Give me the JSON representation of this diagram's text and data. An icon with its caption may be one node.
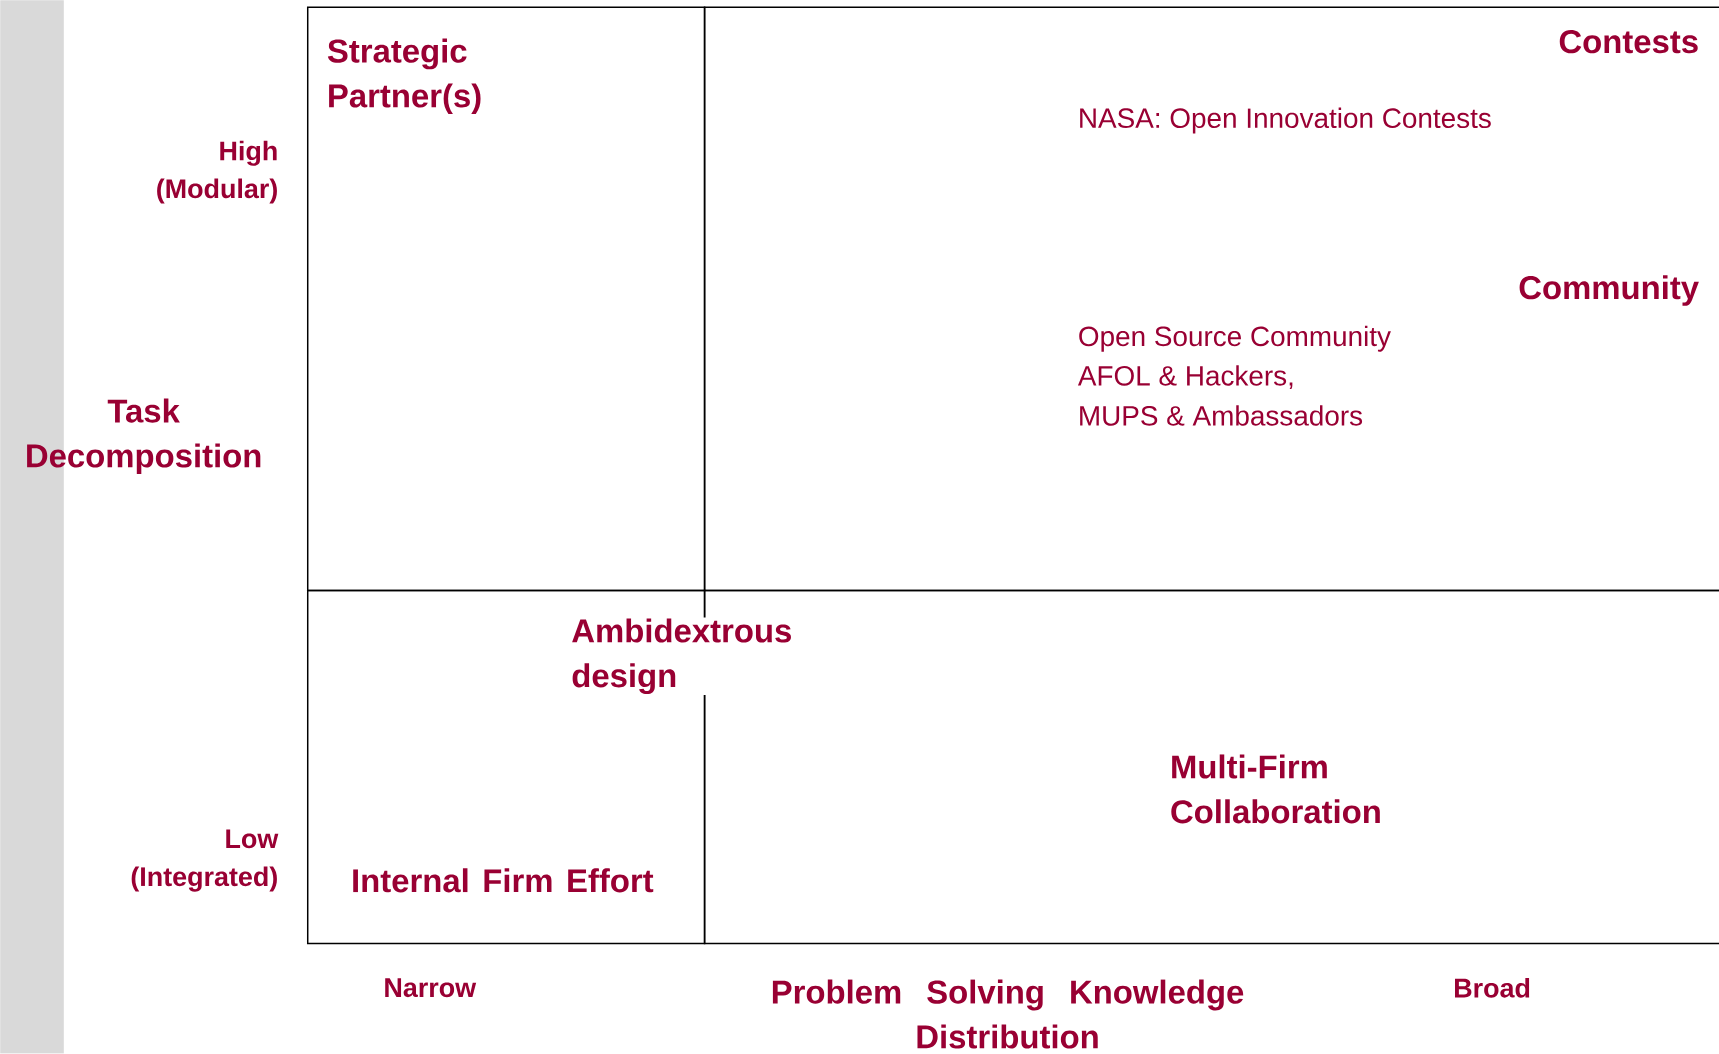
{
  "diagram": {
    "nodes": [
      {
        "text": [
          "Strategic Partner(s)"
        ]
      },
      {
        "text": [
          "Contests",
          "NASA: Open Innovation Contests",
          "Community",
          "Open Source Community",
          "AFOL & Hackers,",
          "MUPS & Ambassadors"
        ]
      },
      {
        "text": [
          "Internal Firm Effort"
        ]
      },
      {
        "text": [
          "Multi-Firm Collaboration"
        ]
      },
      {
        "text": [],
        "shape": "bar"
      }
    ],
    "labels": [
      "High (Modular)",
      "Task Decomposition",
      "Low (Integrated)",
      "Ambidextrous design",
      "Narrow",
      "Problem Solving Knowledge Distribution",
      "Broad"
    ]
  }
}
